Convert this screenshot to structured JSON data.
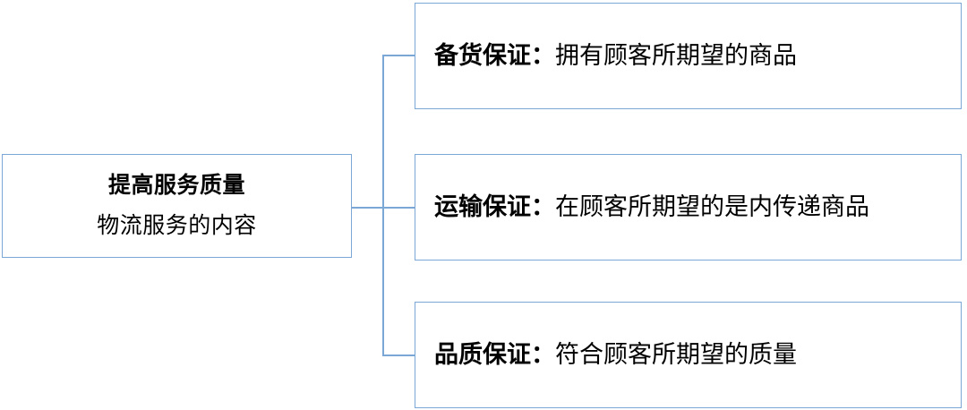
{
  "diagram": {
    "type": "tree-bracket",
    "accent_color": "#7BA7D7",
    "background_color": "#FFFFFF",
    "text_color": "#000000",
    "root": {
      "title": "提高服务质量",
      "subtitle": "物流服务的内容"
    },
    "branches": [
      {
        "label": "备货保证：",
        "text": "拥有顾客所期望的商品"
      },
      {
        "label": "运输保证：",
        "text": "在顾客所期望的是内传递商品"
      },
      {
        "label": "品质保证：",
        "text": "符合顾客所期望的质量"
      }
    ]
  }
}
